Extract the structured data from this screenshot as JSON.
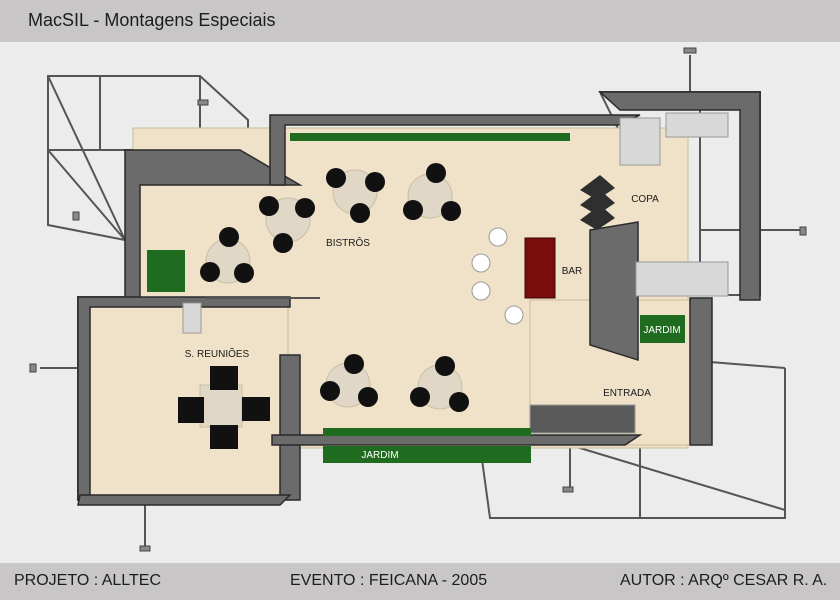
{
  "header": {
    "title": "MacSIL - Montagens Especiais"
  },
  "footer": {
    "project": "PROJETO : ALLTEC",
    "event": "EVENTO :  FEICANA - 2005",
    "author": "AUTOR : ARQº CESAR R. A."
  },
  "plan": {
    "rooms": {
      "bistros": "BISTRÔS",
      "copa": "COPA",
      "bar": "BAR",
      "reunioes": "S. REUNIÕES",
      "entrada": "ENTRADA",
      "jardim_right": "JARDIM",
      "jardim_bottom": "JARDIM"
    },
    "colors": {
      "floor": "#efe2c8",
      "wall": "#3d3d3d",
      "garden": "#1f6b1f",
      "bar_counter": "#7a0c0c",
      "chair": "#111111",
      "stool": "#ffffff"
    }
  }
}
